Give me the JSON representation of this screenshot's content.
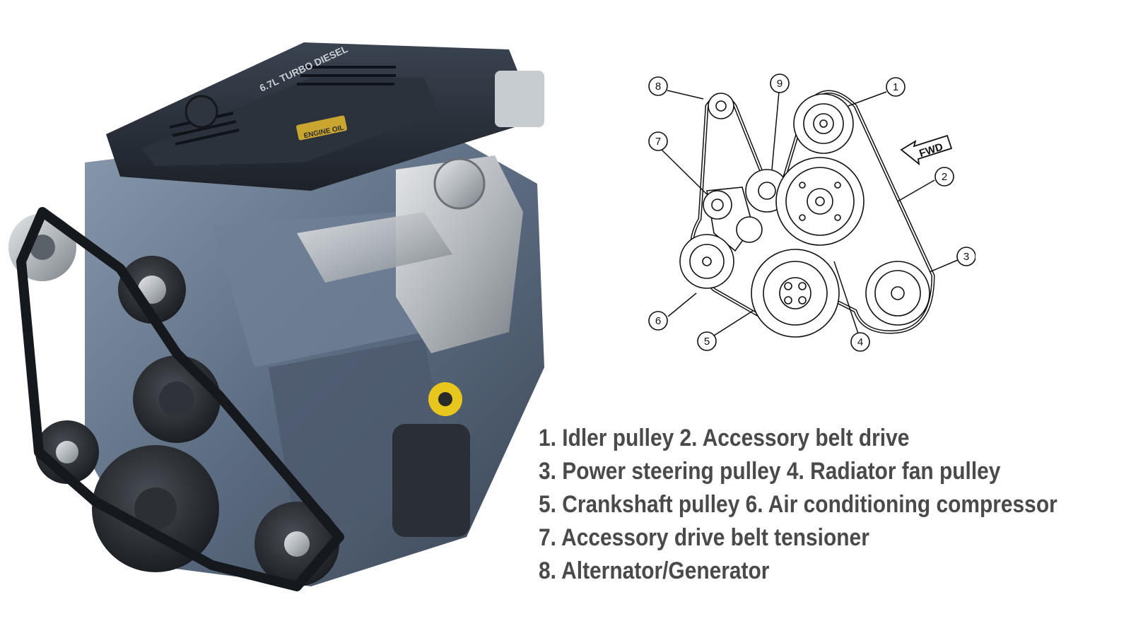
{
  "engine_photo": {
    "badge_text": "6.7L TURBO DIESEL",
    "cap_label": "ENGINE OIL"
  },
  "diagram": {
    "fwd_label": "FWD",
    "callouts": [
      "1",
      "2",
      "3",
      "4",
      "5",
      "6",
      "7",
      "8",
      "9"
    ]
  },
  "legend": {
    "lines": [
      "1. Idler pulley 2. Accessory belt drive",
      "3. Power steering pulley 4. Radiator fan pulley",
      "5. Crankshaft pulley 6. Air conditioning compressor",
      "7. Accessory drive belt tensioner",
      "8. Alternator/Generator"
    ]
  }
}
